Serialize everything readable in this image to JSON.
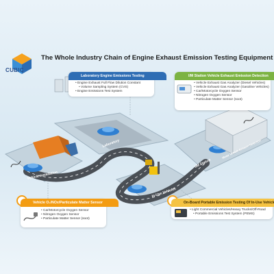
{
  "brand": {
    "logo_text": "CUBIC"
  },
  "title": "The Whole Industry Chain of Engine Exhaust Emission Testing Equipment",
  "cards": {
    "laboratory": {
      "heading": "Laboratory Engine Emissions Testing",
      "items": [
        "Engine Exhaust Full Flow Dilution Constant",
        "Volume Sampling System (CVS)",
        "Engine Emissions Test System"
      ]
    },
    "station": {
      "heading": "I/M Station Vehicle Exhaust Emission Detection",
      "items": [
        "Vehicle Exhaust Gas Analyzer (Diesel Vehicles)",
        "Vehicle Exhaust Gas Analyzer (Gasoline Vehicles)",
        "Car/Motorcycle Oxygen Sensor",
        "Nitrogen Oxygen Sensor",
        "Particulate Matter Sensor (soot)"
      ]
    },
    "vehicle": {
      "heading": "Vehicle O₂/NOx/Particulate Matter Sensor",
      "items": [
        "Car/Motorcycle Oxygen Sensor",
        "Nitrogen Oxygen Sensor",
        "Particulate Matter Sensor (soot)"
      ]
    },
    "onboard": {
      "heading": "On-Board Portable Emission Testing Of In-Use Vehicles",
      "items": [
        "Light Commercial Vehicles/Heavy Trucks/Off-Road",
        "Portable Emissions Test System (PEMS)"
      ]
    }
  },
  "road_labels": {
    "laboratory": "Laboratory",
    "vehicle": "Vehicle Installation",
    "onboard": "In-Use Vehicles",
    "station": "I/M Station",
    "station_sub": "Motor Vehicle Exhaust Detection"
  },
  "colors": {
    "laboratory": "#2e6db4",
    "station": "#7cb342",
    "vehicle": "#f39c12",
    "onboard": "#f5a623",
    "road": "#4a4f55",
    "platform": "#b9c9d4"
  }
}
